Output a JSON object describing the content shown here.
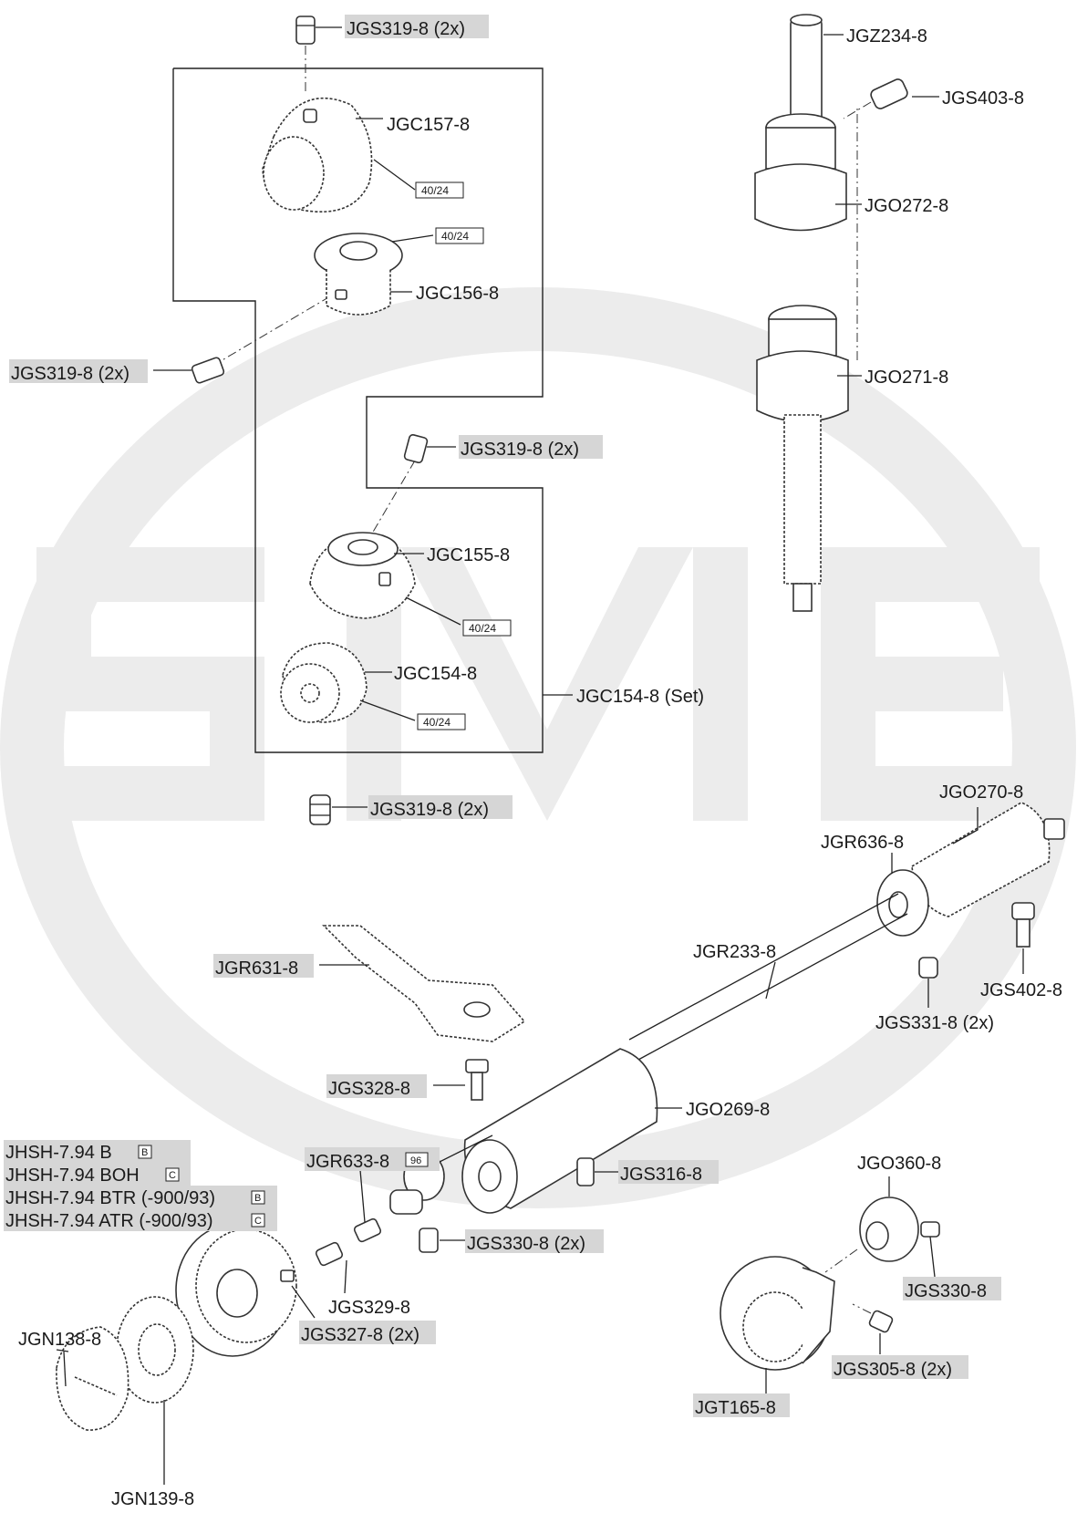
{
  "colors": {
    "highlight": "#d6d6d6",
    "watermark": "#ececec",
    "ink": "#222222"
  },
  "labels": {
    "jgs319_top": "JGS319-8 (2x)",
    "jgc157": "JGC157-8",
    "box_jgc157": "40/24",
    "box_jgc156": "40/24",
    "jgc156": "JGC156-8",
    "jgs319_left": "JGS319-8 (2x)",
    "jgs319_mid": "JGS319-8 (2x)",
    "jgc155": "JGC155-8",
    "box_jgc155": "40/24",
    "jgc154": "JGC154-8",
    "box_jgc154": "40/24",
    "jgc154_set": "JGC154-8 (Set)",
    "jgs319_bottom": "JGS319-8 (2x)",
    "jgz234": "JGZ234-8",
    "jgs403": "JGS403-8",
    "jgo272": "JGO272-8",
    "jgo271": "JGO271-8",
    "jgo270": "JGO270-8",
    "jgr636": "JGR636-8",
    "jgr233": "JGR233-8",
    "jgr631": "JGR631-8",
    "jgs402": "JGS402-8",
    "jgs331": "JGS331-8 (2x)",
    "jgs328": "JGS328-8",
    "jgo269": "JGO269-8",
    "jhsh_b": "JHSH-7.94 B",
    "jhsh_boh": "JHSH-7.94 BOH",
    "jhsh_btr": "JHSH-7.94 BTR (-900/93)",
    "jhsh_atr": "JHSH-7.94 ATR (-900/93)",
    "mark_b": "B",
    "mark_c": "C",
    "jgr633": "JGR633-8",
    "mark_96": "96",
    "jgs316": "JGS316-8",
    "jgs330_2x": "JGS330-8 (2x)",
    "jgs329": "JGS329-8",
    "jgs327": "JGS327-8 (2x)",
    "jgn138": "JGN138-8",
    "jgn139": "JGN139-8",
    "jgo360": "JGO360-8",
    "jgs330": "JGS330-8",
    "jgs305": "JGS305-8 (2x)",
    "jgt165": "JGT165-8"
  }
}
